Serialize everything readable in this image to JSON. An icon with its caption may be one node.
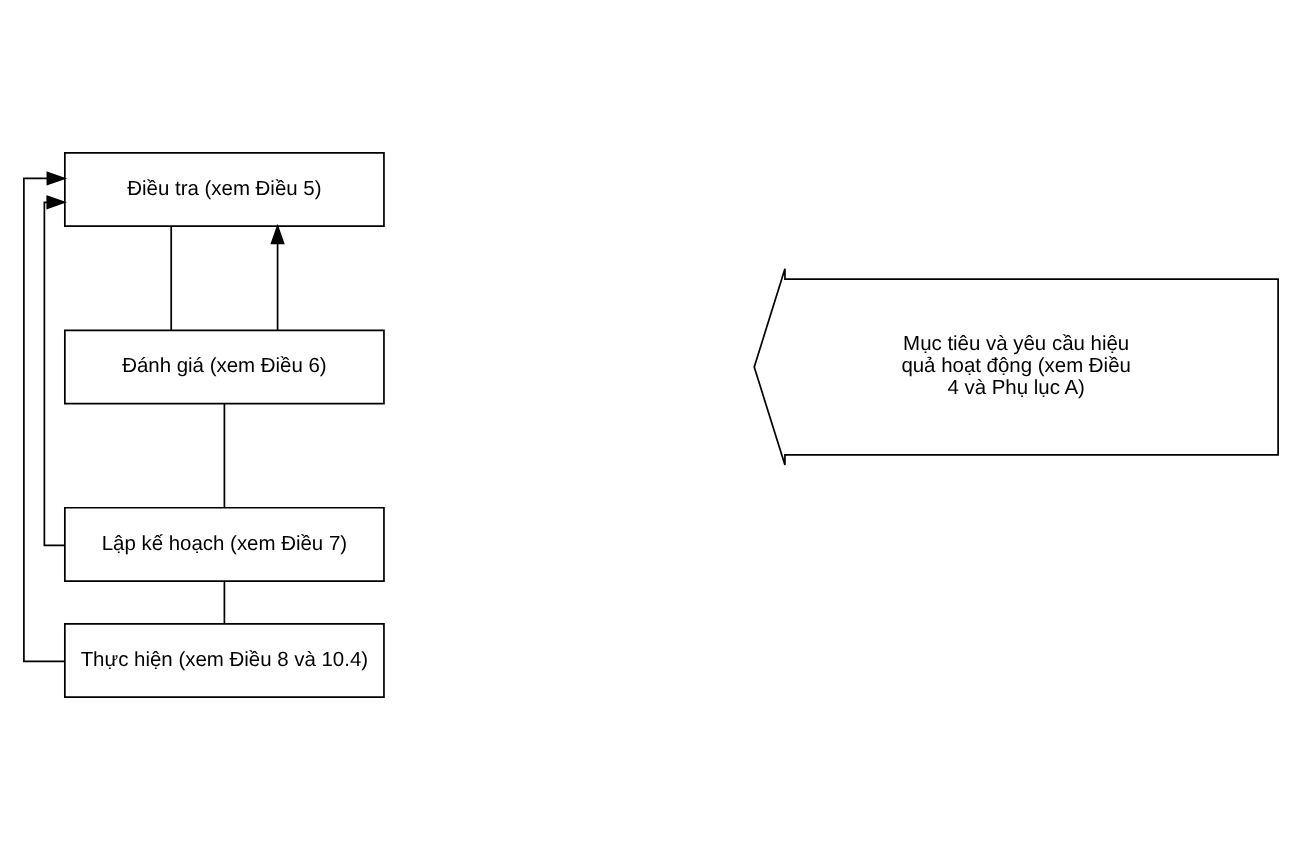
{
  "diagram": {
    "nodes": [
      {
        "text": [
          "Điều tra (xem Điều 5)"
        ]
      },
      {
        "text": [
          "Đánh giá (xem Điều 6)"
        ]
      },
      {
        "text": [
          "Lập kế hoạch (xem Điều 7)"
        ]
      },
      {
        "text": [
          "Thực hiện (xem Điều 8 và 10.4)"
        ]
      },
      {
        "text": [
          "Mục tiêu và yêu cầu hiệu quả hoạt động (xem Điều 4 và Phụ lục A)"
        ]
      }
    ],
    "edges": [
      {
        "from": 0,
        "to": 1,
        "arrow": "none"
      },
      {
        "from": 1,
        "to": 2,
        "arrow": "none"
      },
      {
        "from": 2,
        "to": 3,
        "arrow": "none"
      },
      {
        "from": 1,
        "to": 0,
        "arrow": "to"
      },
      {
        "from": 2,
        "to": 0,
        "arrow": "to"
      },
      {
        "from": 3,
        "to": 0,
        "arrow": "to"
      }
    ]
  }
}
